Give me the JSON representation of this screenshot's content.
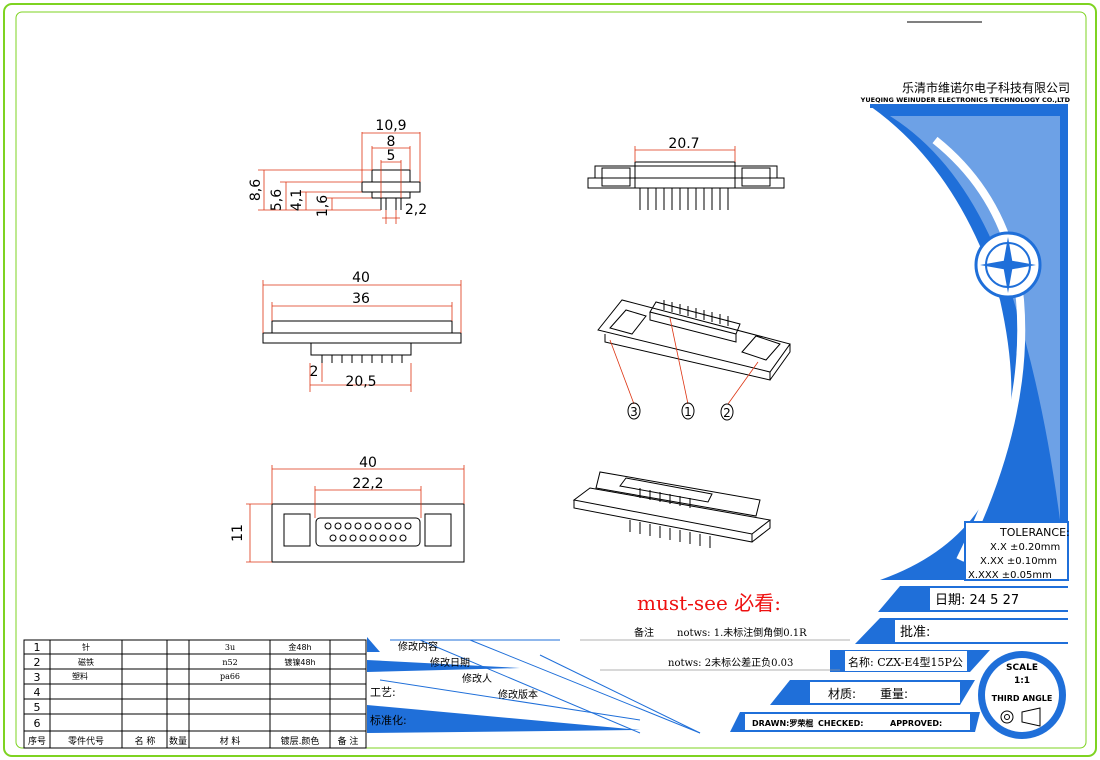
{
  "company": {
    "cn": "乐清市维诺尔电子科技有限公司",
    "en": "YUEQING WEINUDER ELECTRONICS TECHNOLOGY CO.,LTD"
  },
  "dims": {
    "top_view": {
      "d1": "10,9",
      "d2": "8",
      "d3": "5",
      "d4": "8,6",
      "d5": "5,6",
      "d6": "4,1",
      "d7": "1,6",
      "d8": "2,2"
    },
    "front_view": {
      "d1": "40",
      "d2": "36",
      "d3": "2",
      "d4": "20,5"
    },
    "bottom_view": {
      "d1": "40",
      "d2": "22,2",
      "d3": "11"
    },
    "side_view": {
      "d1": "20.7"
    }
  },
  "callouts": [
    "3",
    "1",
    "2"
  ],
  "notice": "must-see 必看:",
  "notes": {
    "label": "备注",
    "n1": "notws: 1.未标注倒角倒0.1R",
    "n2": "notws: 2未标公差正负0.03"
  },
  "tolerance": {
    "title": "TOLERANCE:",
    "l1": "X.X  ±0.20mm",
    "l2": "X.XX  ±0.10mm",
    "l3": "X.XXX ±0.05mm"
  },
  "title_block": {
    "date": "日期: 24  5  27",
    "approve": "批准:",
    "name": "名称: CZX-E4型15P公",
    "material": "材质:",
    "weight": "重量:",
    "drawn": "DRAWN:罗荣棍",
    "checked": "CHECKED:",
    "approved": "APPROVED:",
    "scale": "SCALE",
    "scale_val": "1:1",
    "angle": "THIRD ANGLE"
  },
  "revision": {
    "content": "修改内容",
    "date": "修改日期",
    "person": "修改人",
    "version": "修改版本",
    "craft": "工艺:",
    "standard": "标准化:"
  },
  "bom": {
    "headers": [
      "序号",
      "零件代号",
      "名 称",
      "数量",
      "材 料",
      "镀层.颜色",
      "备 注"
    ],
    "rows": [
      {
        "no": "1",
        "name": "针",
        "material": "3u",
        "plating": "金48h"
      },
      {
        "no": "2",
        "name": "磁铁",
        "material": "n52",
        "plating": "镀镍48h"
      },
      {
        "no": "3",
        "name": "塑料",
        "material": "pa66",
        "plating": ""
      },
      {
        "no": "4",
        "name": "",
        "material": "",
        "plating": ""
      },
      {
        "no": "5",
        "name": "",
        "material": "",
        "plating": ""
      },
      {
        "no": "6",
        "name": "",
        "material": "",
        "plating": ""
      }
    ]
  },
  "colors": {
    "blue": "#1f6fd9",
    "border": "#7ed321",
    "red": "#e11",
    "dim": "#d31"
  }
}
